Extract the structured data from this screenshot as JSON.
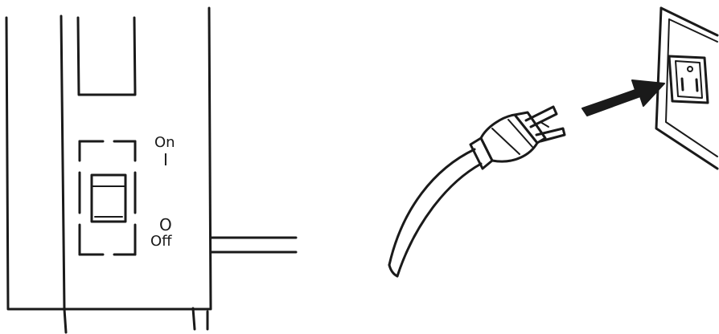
{
  "switch": {
    "on_label": "On",
    "on_symbol": "I",
    "off_label": "Off",
    "off_symbol": "O"
  }
}
